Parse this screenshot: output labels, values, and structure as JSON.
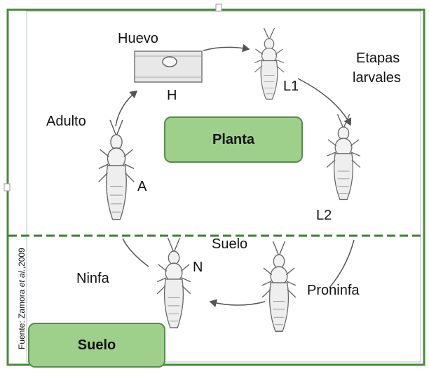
{
  "labels": {
    "huevo": "Huevo",
    "h": "H",
    "l1": "L1",
    "etapas_line1": "Etapas",
    "etapas_line2": "larvales",
    "adulto": "Adulto",
    "a": "A",
    "l2": "L2",
    "suelo_top": "Suelo",
    "n": "N",
    "ninfa": "Ninfa",
    "proninfa": "Proninfa"
  },
  "boxes": {
    "planta": "Planta",
    "suelo": "Suelo"
  },
  "credit": {
    "prefix": "Fuente: Zamora ",
    "italic": "et al.",
    "suffix": ",2009"
  },
  "colors": {
    "frame_green": "#4a8a3a",
    "box_fill": "#9fd08b",
    "dashed_line": "#3f7f35",
    "insect_ink": "#6b6b6b"
  }
}
